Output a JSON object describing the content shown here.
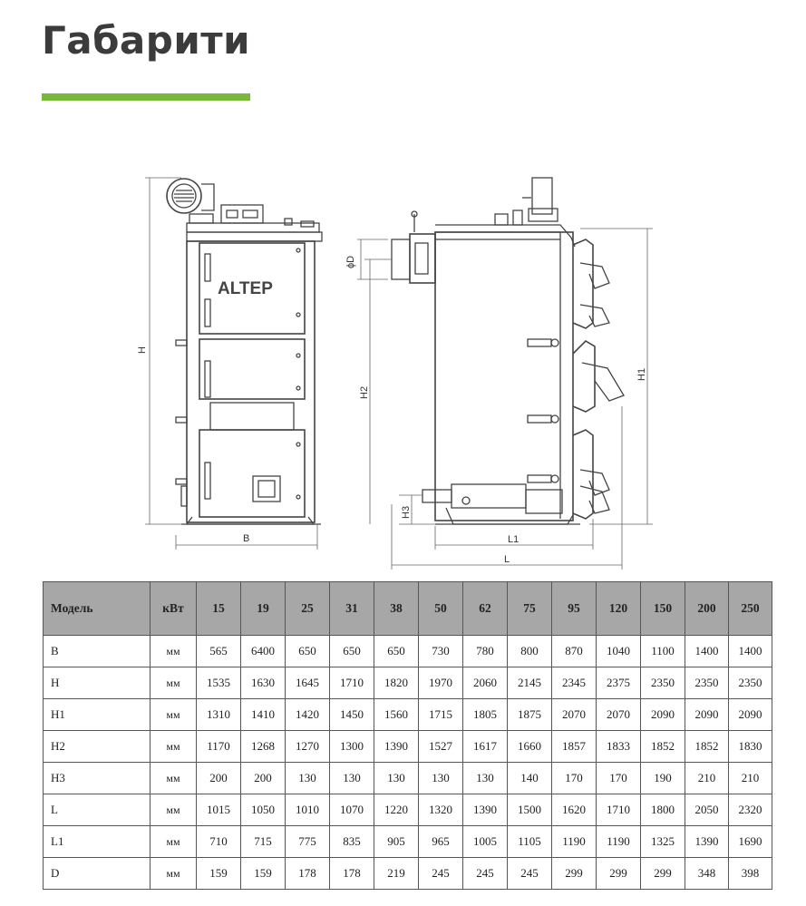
{
  "page": {
    "title": "Габарити",
    "accent_color": "#7ab83c"
  },
  "drawing": {
    "brand": "ALTEP",
    "labels": {
      "h": "H",
      "b": "B",
      "d": "ϕD",
      "h2": "H2",
      "h3": "H3",
      "h1": "H1",
      "l1": "L1",
      "l": "L"
    }
  },
  "table": {
    "header": {
      "model": "Модель",
      "unit": "кВт",
      "models": [
        "15",
        "19",
        "25",
        "31",
        "38",
        "50",
        "62",
        "75",
        "95",
        "120",
        "150",
        "200",
        "250"
      ]
    },
    "rows": [
      {
        "label": "B",
        "unit": "мм",
        "values": [
          "565",
          "6400",
          "650",
          "650",
          "650",
          "730",
          "780",
          "800",
          "870",
          "1040",
          "1100",
          "1400",
          "1400"
        ]
      },
      {
        "label": "H",
        "unit": "мм",
        "values": [
          "1535",
          "1630",
          "1645",
          "1710",
          "1820",
          "1970",
          "2060",
          "2145",
          "2345",
          "2375",
          "2350",
          "2350",
          "2350"
        ]
      },
      {
        "label": "H1",
        "unit": "мм",
        "values": [
          "1310",
          "1410",
          "1420",
          "1450",
          "1560",
          "1715",
          "1805",
          "1875",
          "2070",
          "2070",
          "2090",
          "2090",
          "2090"
        ]
      },
      {
        "label": "H2",
        "unit": "мм",
        "values": [
          "1170",
          "1268",
          "1270",
          "1300",
          "1390",
          "1527",
          "1617",
          "1660",
          "1857",
          "1833",
          "1852",
          "1852",
          "1830"
        ]
      },
      {
        "label": "H3",
        "unit": "мм",
        "values": [
          "200",
          "200",
          "130",
          "130",
          "130",
          "130",
          "130",
          "140",
          "170",
          "170",
          "190",
          "210",
          "210"
        ]
      },
      {
        "label": "L",
        "unit": "мм",
        "values": [
          "1015",
          "1050",
          "1010",
          "1070",
          "1220",
          "1320",
          "1390",
          "1500",
          "1620",
          "1710",
          "1800",
          "2050",
          "2320"
        ]
      },
      {
        "label": "L1",
        "unit": "мм",
        "values": [
          "710",
          "715",
          "775",
          "835",
          "905",
          "965",
          "1005",
          "1105",
          "1190",
          "1190",
          "1325",
          "1390",
          "1690"
        ]
      },
      {
        "label": "D",
        "unit": "мм",
        "values": [
          "159",
          "159",
          "178",
          "178",
          "219",
          "245",
          "245",
          "245",
          "299",
          "299",
          "299",
          "348",
          "398"
        ]
      }
    ]
  }
}
